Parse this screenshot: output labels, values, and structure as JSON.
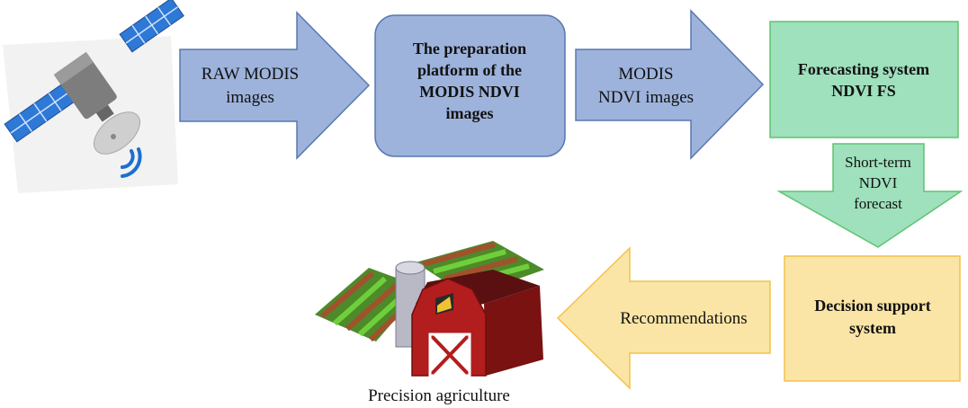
{
  "arrows": {
    "raw_modis": {
      "lines": [
        "RAW MODIS",
        "images"
      ]
    },
    "modis_ndvi": {
      "lines": [
        "MODIS",
        "NDVI images"
      ]
    },
    "short_term": {
      "lines": [
        "Short-term",
        "NDVI",
        "forecast"
      ]
    },
    "recommendations": {
      "lines": [
        "Recommendations"
      ]
    }
  },
  "boxes": {
    "preparation": {
      "lines": [
        "The preparation",
        "platform of the",
        "MODIS NDVI",
        "images"
      ]
    },
    "forecasting": {
      "lines": [
        "Forecasting system",
        "NDVI FS"
      ]
    },
    "decision": {
      "lines": [
        "Decision support",
        "system"
      ]
    }
  },
  "farm": {
    "caption": "Precision agriculture"
  },
  "colors": {
    "blue_fill": "#9db3dc",
    "blue_stroke": "#5a78b0",
    "green_fill": "#9fe0bd",
    "green_stroke": "#5ec46e",
    "yellow_fill": "#fbe5a6",
    "yellow_stroke": "#f2c24a"
  },
  "icons": {
    "satellite": "satellite-icon",
    "farm": "farm-barn-icon"
  }
}
